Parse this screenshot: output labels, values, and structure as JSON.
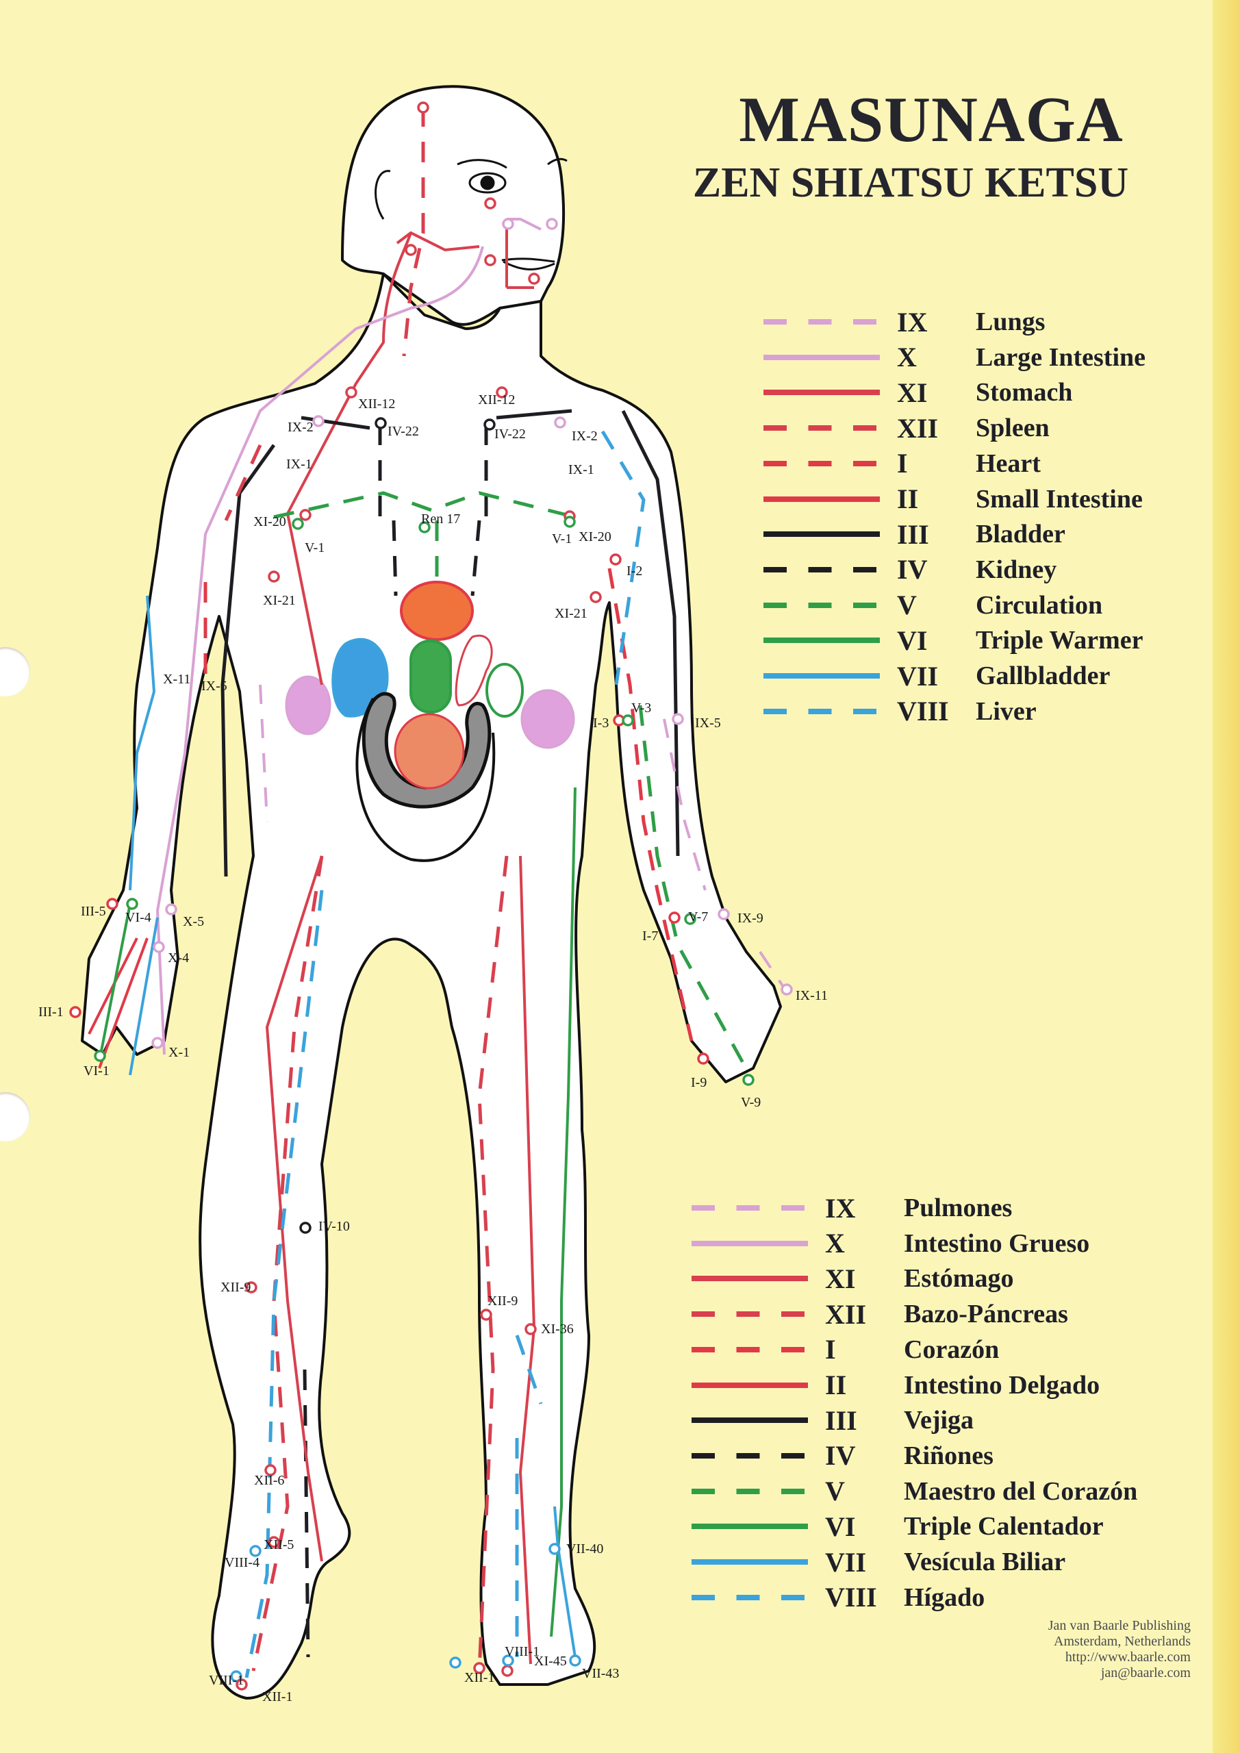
{
  "title": {
    "main": "MASUNAGA",
    "sub": "ZEN SHIATSU KETSU"
  },
  "colors": {
    "background": "#fbf6b8",
    "lungs": "#d9a2d4",
    "large_intestine": "#d9a2d4",
    "stomach": "#d8404e",
    "spleen": "#d8404e",
    "heart": "#e03a48",
    "small_intestine": "#e03a48",
    "bladder": "#1d1d22",
    "kidney": "#1d1d22",
    "circulation": "#2f9e47",
    "triple_warmer": "#2f9e47",
    "gallbladder": "#3aa3dc",
    "liver": "#3aa3dc",
    "organ_heart": "#f0733d",
    "organ_liver": "#3e9fe0",
    "organ_stomach": "#3ea84e",
    "organ_kidney": "#e0a2dc",
    "organ_colon": "#8f8f8f",
    "organ_bladder": "#ec8a66"
  },
  "legend_en": [
    {
      "numeral": "IX",
      "label": "Lungs",
      "style": "dashed",
      "color": "#d9a2d4"
    },
    {
      "numeral": "X",
      "label": "Large Intestine",
      "style": "solid",
      "color": "#d9a2d4"
    },
    {
      "numeral": "XI",
      "label": "Stomach",
      "style": "solid",
      "color": "#d8404e"
    },
    {
      "numeral": "XII",
      "label": "Spleen",
      "style": "dashed",
      "color": "#d8404e"
    },
    {
      "numeral": "I",
      "label": "Heart",
      "style": "dashed",
      "color": "#e03a48"
    },
    {
      "numeral": "II",
      "label": "Small Intestine",
      "style": "solid",
      "color": "#e03a48"
    },
    {
      "numeral": "III",
      "label": "Bladder",
      "style": "solid",
      "color": "#1d1d22"
    },
    {
      "numeral": "IV",
      "label": "Kidney",
      "style": "dashed",
      "color": "#1d1d22"
    },
    {
      "numeral": "V",
      "label": "Circulation",
      "style": "dashed",
      "color": "#2f9e47"
    },
    {
      "numeral": "VI",
      "label": "Triple Warmer",
      "style": "solid",
      "color": "#2f9e47"
    },
    {
      "numeral": "VII",
      "label": "Gallbladder",
      "style": "solid",
      "color": "#3aa3dc"
    },
    {
      "numeral": "VIII",
      "label": "Liver",
      "style": "dashed",
      "color": "#3aa3dc"
    }
  ],
  "legend_es": [
    {
      "numeral": "IX",
      "label": "Pulmones",
      "style": "dashed",
      "color": "#d9a2d4"
    },
    {
      "numeral": "X",
      "label": "Intestino Grueso",
      "style": "solid",
      "color": "#d9a2d4"
    },
    {
      "numeral": "XI",
      "label": "Estómago",
      "style": "solid",
      "color": "#d8404e"
    },
    {
      "numeral": "XII",
      "label": "Bazo-Páncreas",
      "style": "dashed",
      "color": "#d8404e"
    },
    {
      "numeral": "I",
      "label": "Corazón",
      "style": "dashed",
      "color": "#e03a48"
    },
    {
      "numeral": "II",
      "label": "Intestino Delgado",
      "style": "solid",
      "color": "#e03a48"
    },
    {
      "numeral": "III",
      "label": "Vejiga",
      "style": "solid",
      "color": "#1d1d22"
    },
    {
      "numeral": "IV",
      "label": "Riñones",
      "style": "dashed",
      "color": "#1d1d22"
    },
    {
      "numeral": "V",
      "label": "Maestro del Corazón",
      "style": "dashed",
      "color": "#2f9e47"
    },
    {
      "numeral": "VI",
      "label": "Triple Calentador",
      "style": "solid",
      "color": "#2f9e47"
    },
    {
      "numeral": "VII",
      "label": "Vesícula Biliar",
      "style": "solid",
      "color": "#3aa3dc"
    },
    {
      "numeral": "VIII",
      "label": "Hígado",
      "style": "dashed",
      "color": "#3aa3dc"
    }
  ],
  "points": {
    "xii12_l": "XII-12",
    "xii12_r": "XII-12",
    "iv22_l": "IV-22",
    "iv22_r": "IV-22",
    "ix2_l": "IX-2",
    "ix2_r": "IX-2",
    "ix1_l": "IX-1",
    "ix1_r": "IX-1",
    "xi20_l": "XI-20",
    "xi20_r": "XI-20",
    "v1_l": "V-1",
    "v1_r": "V-1",
    "ren17": "Ren 17",
    "i2": "I-2",
    "xi21_l": "XI-21",
    "xi21_r": "XI-21",
    "x11": "X-11",
    "ix5_l": "IX-5",
    "i3": "I-3",
    "v3": "V-3",
    "ix5_r": "IX-5",
    "iii5": "III-5",
    "vi4": "VI-4",
    "x5": "X-5",
    "x4": "X-4",
    "iii1": "III-1",
    "x1": "X-1",
    "vi1": "VI-1",
    "i7": "I-7",
    "v7": "V-7",
    "ix9": "IX-9",
    "ix11": "IX-11",
    "i9": "I-9",
    "v9": "V-9",
    "iv10": "IV-10",
    "xii9_l": "XII-9",
    "xii9_r": "XII-9",
    "xi36": "XI-36",
    "xii6": "XII-6",
    "xii5": "XII-5",
    "viii4": "VIII-4",
    "viii1_l": "VIII-1",
    "xii1_l": "XII-1",
    "vii40": "VII-40",
    "viii1_r": "VIII-1",
    "xi45": "XI-45",
    "vii43": "VII-43",
    "xii1_r": "XII-1"
  },
  "publisher": {
    "name": "Jan van Baarle Publishing",
    "location": "Amsterdam, Netherlands",
    "url": "http://www.baarle.com",
    "email": "jan@baarle.com"
  }
}
